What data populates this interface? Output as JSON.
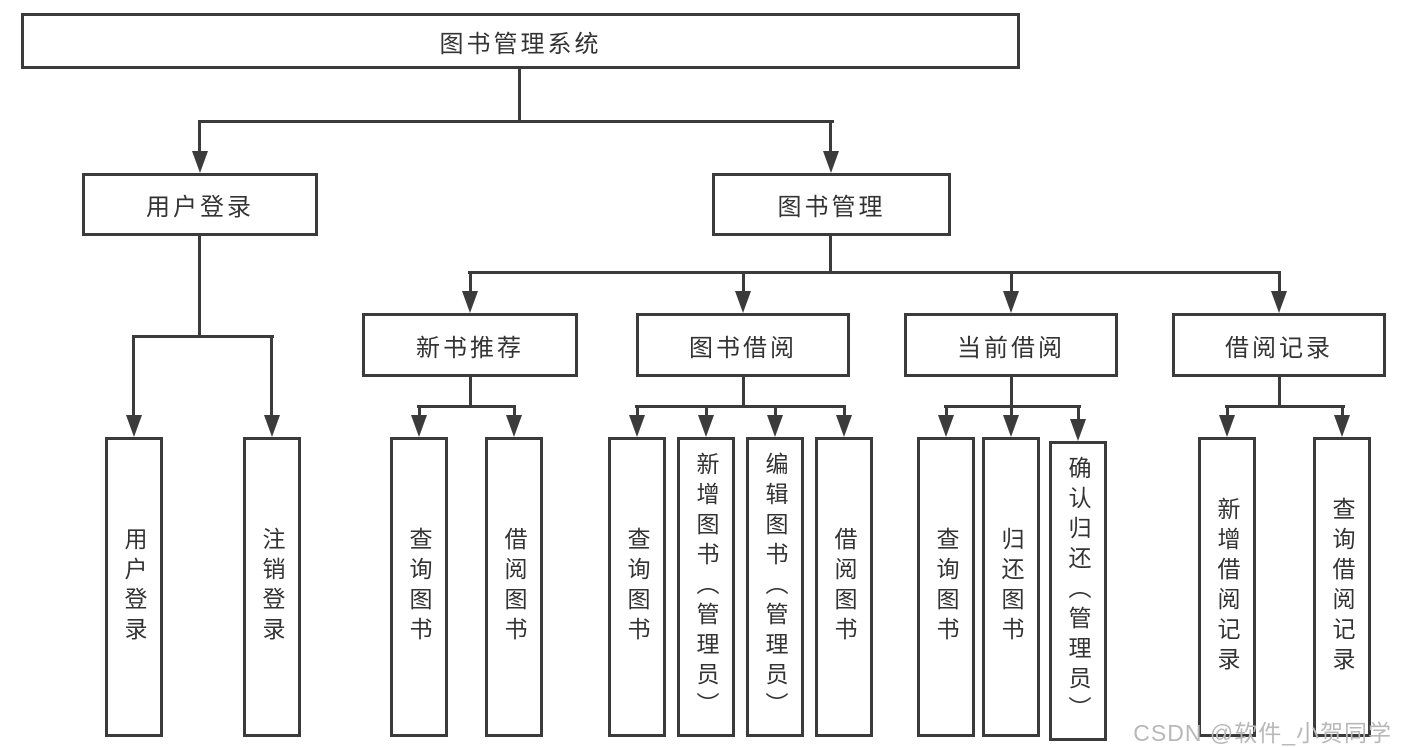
{
  "diagram": {
    "root": {
      "label": "图书管理系统"
    },
    "branches": [
      {
        "label": "用户登录",
        "children": [
          {
            "label": "用户登录"
          },
          {
            "label": "注销登录"
          }
        ]
      },
      {
        "label": "图书管理",
        "children": [
          {
            "label": "新书推荐",
            "children": [
              {
                "label": "查询图书"
              },
              {
                "label": "借阅图书"
              }
            ]
          },
          {
            "label": "图书借阅",
            "children": [
              {
                "label": "查询图书"
              },
              {
                "label": "新增图书（管理员）"
              },
              {
                "label": "编辑图书（管理员）"
              },
              {
                "label": "借阅图书"
              }
            ]
          },
          {
            "label": "当前借阅",
            "children": [
              {
                "label": "查询图书"
              },
              {
                "label": "归还图书"
              },
              {
                "label": "确认归还（管理员）"
              }
            ]
          },
          {
            "label": "借阅记录",
            "children": [
              {
                "label": "新增借阅记录"
              },
              {
                "label": "查询借阅记录"
              }
            ]
          }
        ]
      }
    ]
  },
  "watermark": {
    "text": "CSDN @软件_小贺同学"
  },
  "colors": {
    "line": "#3b3b3b",
    "text": "#333333",
    "watermark": "#b8b8b8",
    "background": "#ffffff"
  }
}
